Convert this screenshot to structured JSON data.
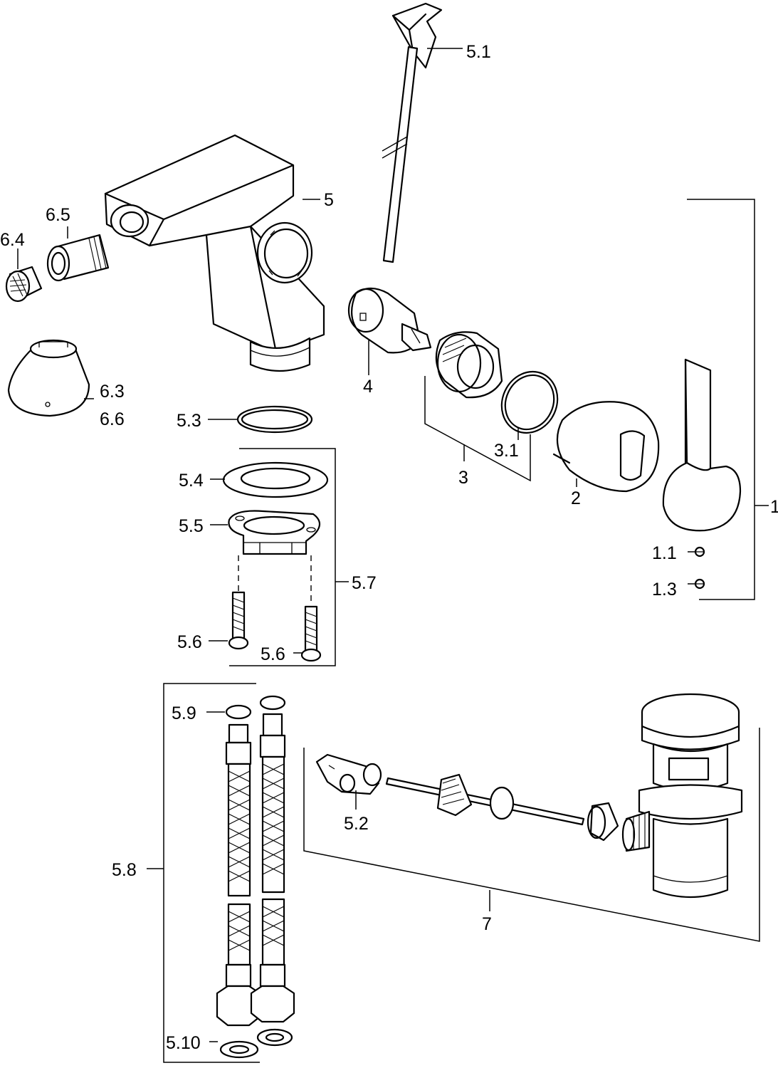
{
  "labels": {
    "l5_1": "5.1",
    "l5": "5",
    "l6_5": "6.5",
    "l6_4": "6.4",
    "l6_3": "6.3",
    "l6_6": "6.6",
    "l4": "4",
    "l3": "3",
    "l3_1": "3.1",
    "l2": "2",
    "l1": "1",
    "l1_1": "1.1",
    "l1_3": "1.3",
    "l5_3": "5.3",
    "l5_4": "5.4",
    "l5_5": "5.5",
    "l5_6a": "5.6",
    "l5_6b": "5.6",
    "l5_7": "5.7",
    "l5_9": "5.9",
    "l5_8": "5.8",
    "l5_10": "5.10",
    "l5_2": "5.2",
    "l7": "7"
  }
}
